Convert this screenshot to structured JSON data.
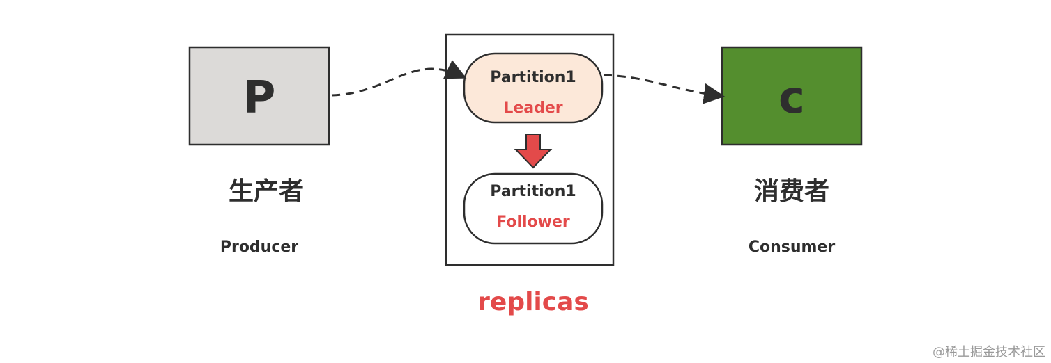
{
  "producer": {
    "letter": "P",
    "label_cn": "生产者",
    "label_en": "Producer",
    "fill": "#dcdad8"
  },
  "consumer": {
    "letter": "c",
    "label_cn": "消费者",
    "label_en": "Consumer",
    "fill": "#548e2e"
  },
  "replicas": {
    "label": "replicas",
    "leader": {
      "title": "Partition1",
      "role": "Leader",
      "fill": "#fce8d9"
    },
    "follower": {
      "title": "Partition1",
      "role": "Follower",
      "fill": "#ffffff"
    }
  },
  "colors": {
    "accent_red": "#e34a4a",
    "stroke": "#2e2e2e"
  },
  "watermark": "@稀土掘金技术社区"
}
